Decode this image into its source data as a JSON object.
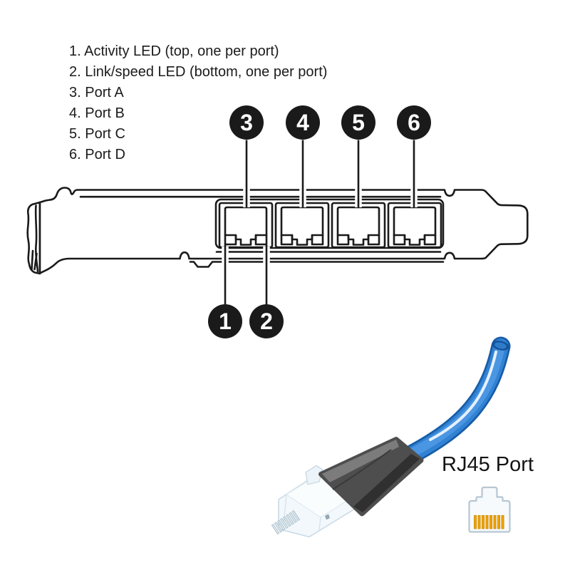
{
  "legend": {
    "items": [
      "1. Activity LED (top, one per port)",
      "2. Link/speed LED (bottom, one per port)",
      "3. Port A",
      "4. Port B",
      "5. Port C",
      "6. Port D"
    ]
  },
  "callouts": [
    "1",
    "2",
    "3",
    "4",
    "5",
    "6"
  ],
  "labels": {
    "rj45_port": "RJ45 Port"
  },
  "colors": {
    "line": "#1a1a1a",
    "cable_blue": "#3282d4",
    "cable_blue_dark": "#175da8",
    "cable_highlight": "#eef6ff",
    "boot_gray": "#4e4e4e",
    "connector_white": "#f2f8fb",
    "pin_yellow": "#f0a30a",
    "icon_border": "#b7c6d2",
    "icon_fill": "#f6fafc"
  }
}
